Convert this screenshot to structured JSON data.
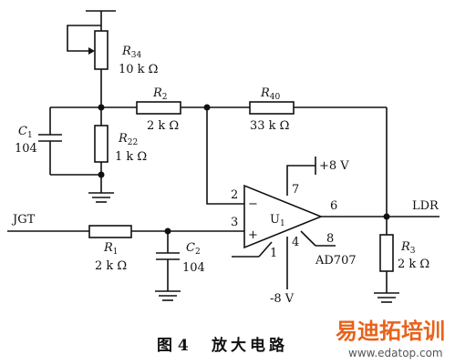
{
  "labels": {
    "r34_name": "R",
    "r34_sub": "34",
    "r34_value": "10 k Ω",
    "r2_name": "R",
    "r2_sub": "2",
    "r2_value": "2 k Ω",
    "r40_name": "R",
    "r40_sub": "40",
    "r40_value": "33 k Ω",
    "c1_name": "C",
    "c1_sub": "1",
    "c1_value": "104",
    "r22_name": "R",
    "r22_sub": "22",
    "r22_value": "1 k Ω",
    "plus8v": "+8 V",
    "minus8v": "-8 V",
    "jgt": "JGT",
    "ldr": "LDR",
    "r1_name": "R",
    "r1_sub": "1",
    "r1_value": "2 k Ω",
    "c2_name": "C",
    "c2_sub": "2",
    "c2_value": "104",
    "u1_name": "U",
    "u1_sub": "1",
    "part": "AD707",
    "r3_name": "R",
    "r3_sub": "3",
    "r3_value": "2 k Ω",
    "pin2": "2",
    "pin3": "3",
    "pin7": "7",
    "pin6": "6",
    "pin4": "4",
    "pin1": "1",
    "pin8": "8",
    "minus_sign": "−",
    "plus_sign": "+"
  },
  "caption": {
    "figure_number": "图 4",
    "title": "放大电路"
  },
  "watermark": {
    "brand": "易迪拓培训",
    "url": "www.edatop.com",
    "brand_color": "#e8621a"
  }
}
